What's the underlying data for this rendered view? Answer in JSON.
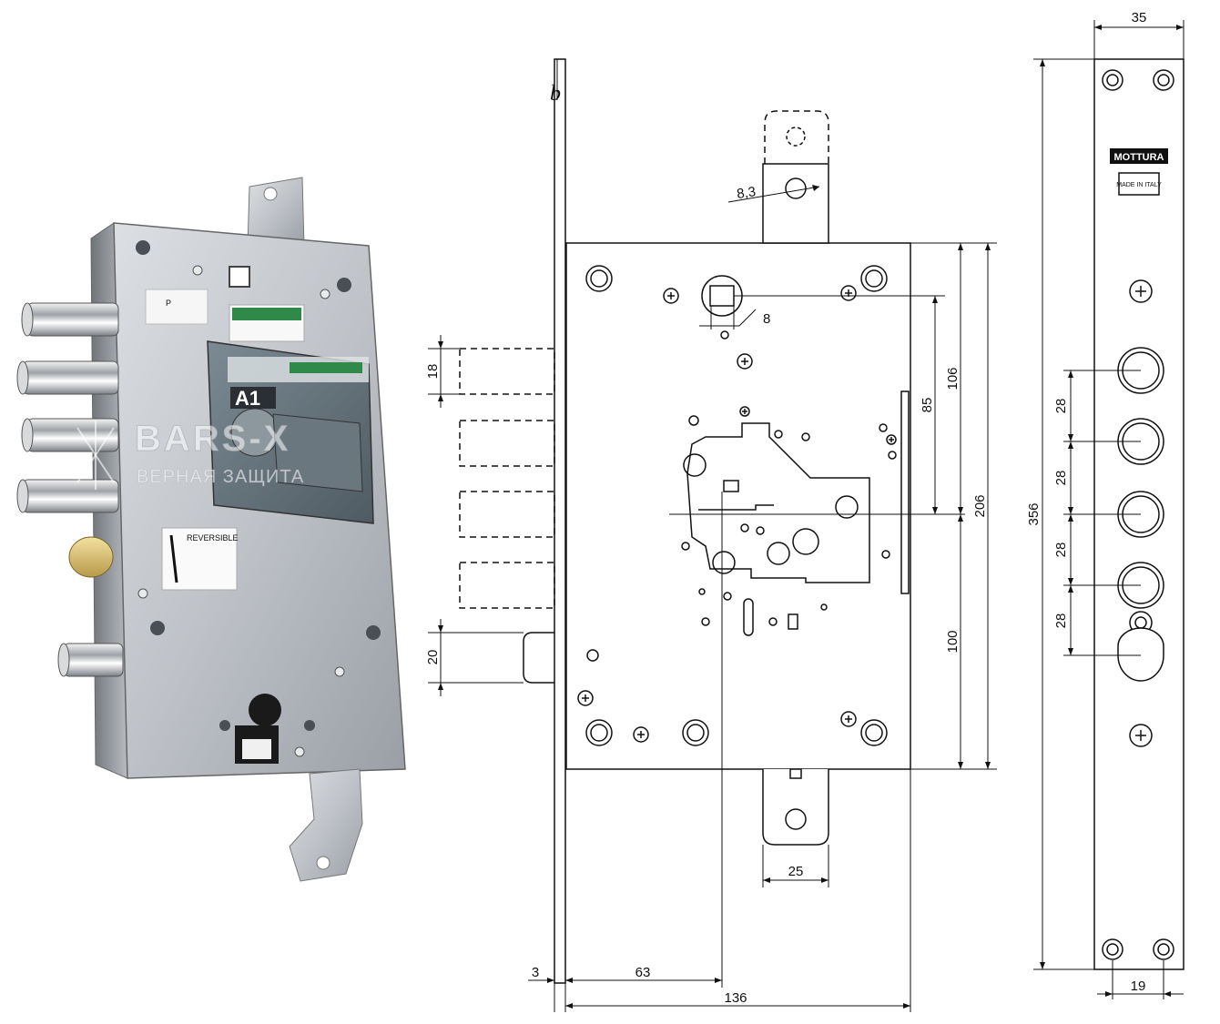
{
  "watermark": {
    "title": "BARS-X",
    "subtitle": "ВЕРНАЯ ЗАЩИТА"
  },
  "photo": {
    "plate_mark": "A1",
    "sticker_label": "REVERSIBLE"
  },
  "front_view": {
    "corner_mark": "b",
    "dims": {
      "cam_hole": "8,3",
      "spindle": "8",
      "bolt_height": "18",
      "latch_height": "20",
      "spindle_to_center": "85",
      "spindle_to_top": "106",
      "case_height": "206",
      "center_to_bottom": "100",
      "rod_width": "25",
      "faceplate_thickness": "3",
      "backset": "63",
      "case_width": "136"
    }
  },
  "faceplate_view": {
    "brand": "MOTTURA",
    "origin": "MADE IN ITALY",
    "dims": {
      "width": "35",
      "length": "356",
      "hole_spacing": "19",
      "bolt_pitch": [
        "28",
        "28",
        "28",
        "28"
      ]
    }
  }
}
